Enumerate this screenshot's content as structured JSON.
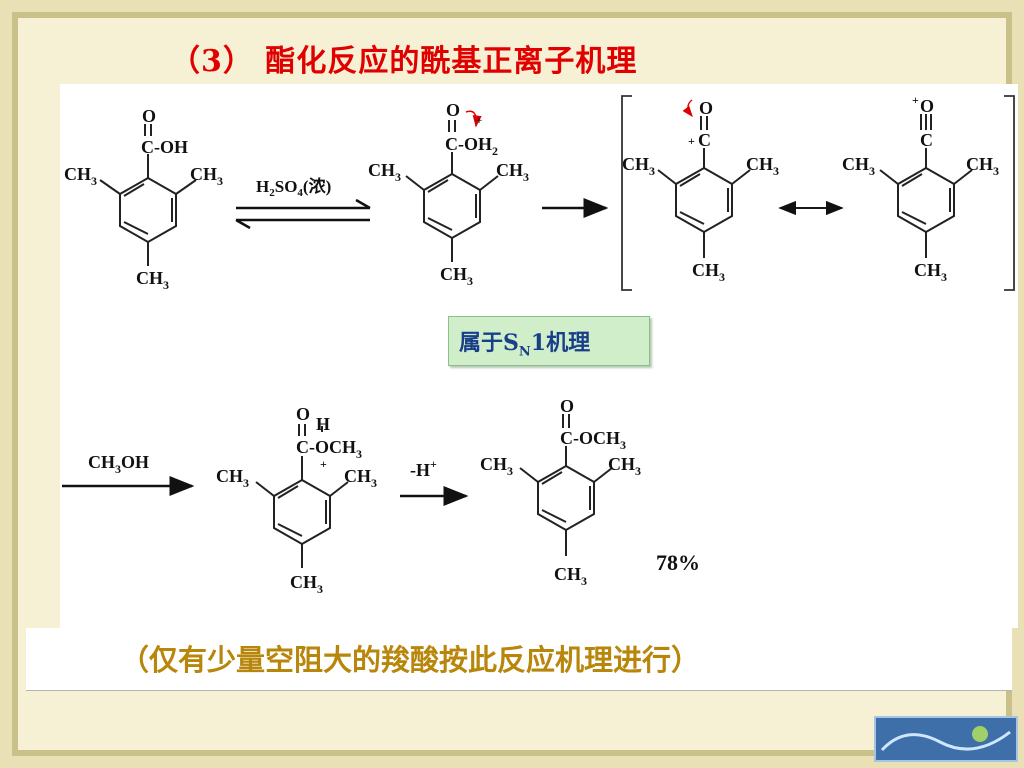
{
  "slide": {
    "title": "（3） 酯化反应的酰基正离子机理",
    "note_box": "属于S",
    "note_sub": "N",
    "note_tail": "1机理",
    "bottom_note": "（仅有少量空阻大的羧酸按此反应机理进行）"
  },
  "structures": {
    "acid": {
      "carbonyl_o": "O",
      "c_oh": "C-OH"
    },
    "protonated": {
      "carbonyl_o": "O",
      "c_oh2": "C-OH",
      "oh2_sub": "2",
      "plus": "+"
    },
    "acylium1": {
      "o": "O",
      "c": "C",
      "plus": "+"
    },
    "acylium2": {
      "o": "O",
      "c": "C",
      "plus": "+"
    },
    "intermediate": {
      "o": "O",
      "h": "H",
      "c_och3": "C-OCH",
      "och3_sub": "3",
      "plus": "+"
    },
    "ester": {
      "o": "O",
      "c_och3": "C-OCH",
      "och3_sub": "3"
    },
    "methyl": "CH",
    "methyl_sub": "3"
  },
  "reagents": {
    "step1_h2so4": "H",
    "step1_sub2": "2",
    "step1_so": "SO",
    "step1_sub4": "4",
    "step1_conc": "(浓)",
    "step2": "CH",
    "step2_sub": "3",
    "step2_oh": "OH",
    "step3": "-H",
    "step3_sup": "+"
  },
  "yield": "78%"
}
